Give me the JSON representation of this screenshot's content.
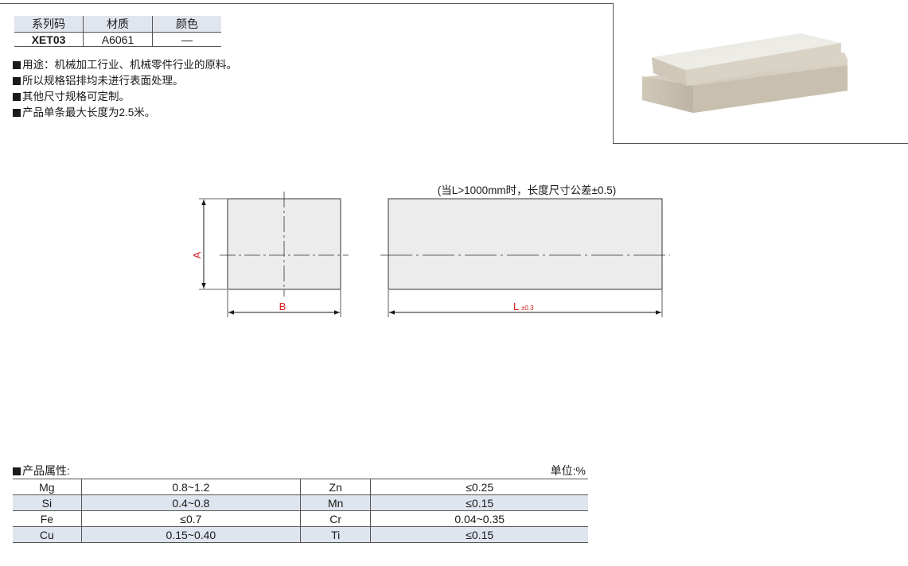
{
  "spec_table": {
    "headers": [
      "系列码",
      "材质",
      "颜色"
    ],
    "row": [
      "XET03",
      "A6061",
      "—"
    ]
  },
  "notes": [
    "用途：机械加工行业、机械零件行业的原料。",
    "所以规格铝排均未进行表面处理。",
    "其他尺寸规格可定制。",
    "产品单条最大长度为2.5米。"
  ],
  "drawing": {
    "tolerance_note": "(当L>1000mm时，长度尺寸公差±0.5)",
    "dim_a": "A",
    "dim_b": "B",
    "dim_l": "L",
    "dim_l_tol": "±0.3",
    "dim_color": "#d42020"
  },
  "properties": {
    "title": "产品属性:",
    "unit": "单位:%",
    "rows": [
      [
        "Mg",
        "0.8~1.2",
        "Zn",
        "≤0.25"
      ],
      [
        "Si",
        "0.4~0.8",
        "Mn",
        "≤0.15"
      ],
      [
        "Fe",
        "≤0.7",
        "Cr",
        "0.04~0.35"
      ],
      [
        "Cu",
        "0.15~0.40",
        "Ti",
        "≤0.15"
      ]
    ]
  }
}
